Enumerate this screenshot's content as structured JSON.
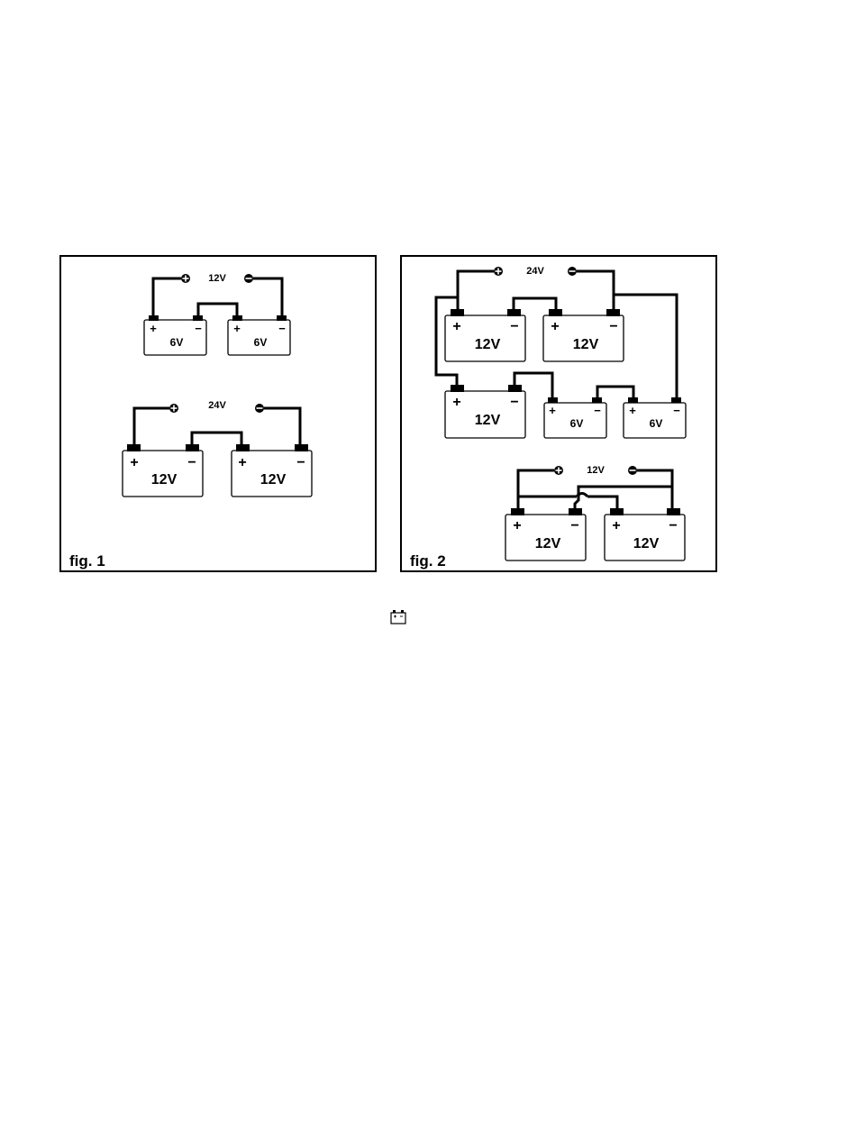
{
  "colors": {
    "ink": "#000000",
    "paper": "#ffffff"
  },
  "plus_symbol": "+",
  "minus_symbol": "−",
  "fig1": {
    "caption": "fig. 1",
    "circuits": [
      {
        "output_label": "12V",
        "battery_labels": [
          "6V",
          "6V"
        ]
      },
      {
        "output_label": "24V",
        "battery_labels": [
          "12V",
          "12V"
        ]
      }
    ]
  },
  "fig2": {
    "caption": "fig. 2",
    "circuits": [
      {
        "output_label": "24V",
        "battery_labels": [
          "12V",
          "12V",
          "12V",
          "6V",
          "6V"
        ]
      },
      {
        "output_label": "12V",
        "battery_labels": [
          "12V",
          "12V"
        ]
      }
    ]
  },
  "footer_icon": "battery-icon"
}
